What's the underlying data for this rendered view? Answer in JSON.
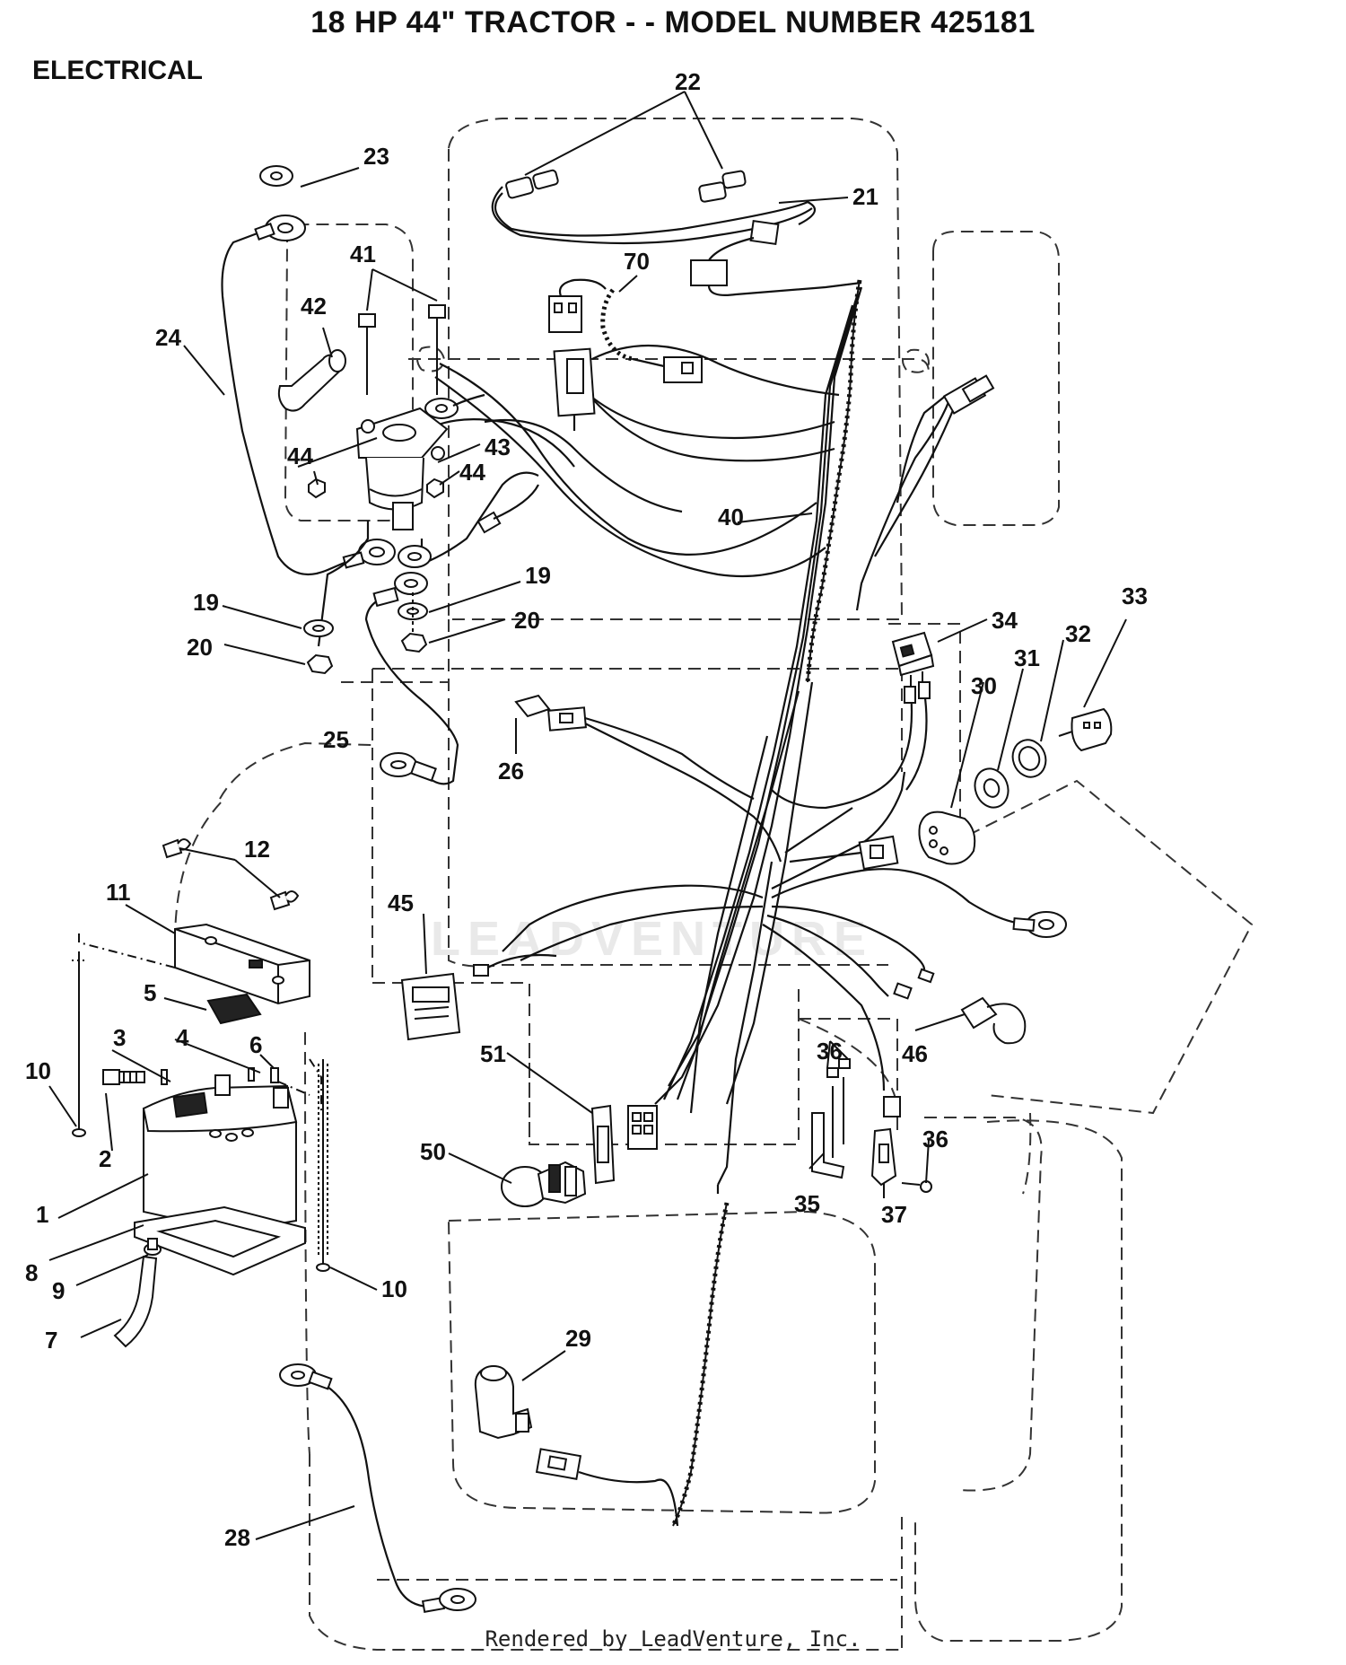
{
  "page": {
    "title": "18 HP 44\" TRACTOR - - MODEL NUMBER 425181",
    "section": "ELECTRICAL",
    "footer": "Rendered by LeadVenture, Inc.",
    "watermark": "LEADVENTURE"
  },
  "callouts": [
    {
      "id": "c1",
      "text": "1"
    },
    {
      "id": "c2",
      "text": "2"
    },
    {
      "id": "c3",
      "text": "3"
    },
    {
      "id": "c4",
      "text": "4"
    },
    {
      "id": "c5",
      "text": "5"
    },
    {
      "id": "c6",
      "text": "6"
    },
    {
      "id": "c7",
      "text": "7"
    },
    {
      "id": "c8",
      "text": "8"
    },
    {
      "id": "c9",
      "text": "9"
    },
    {
      "id": "c10a",
      "text": "10"
    },
    {
      "id": "c10b",
      "text": "10"
    },
    {
      "id": "c11",
      "text": "11"
    },
    {
      "id": "c12",
      "text": "12"
    },
    {
      "id": "c19a",
      "text": "19"
    },
    {
      "id": "c19b",
      "text": "19"
    },
    {
      "id": "c20a",
      "text": "20"
    },
    {
      "id": "c20b",
      "text": "20"
    },
    {
      "id": "c21",
      "text": "21"
    },
    {
      "id": "c22",
      "text": "22"
    },
    {
      "id": "c23",
      "text": "23"
    },
    {
      "id": "c24",
      "text": "24"
    },
    {
      "id": "c25",
      "text": "25"
    },
    {
      "id": "c26",
      "text": "26"
    },
    {
      "id": "c28",
      "text": "28"
    },
    {
      "id": "c29",
      "text": "29"
    },
    {
      "id": "c30",
      "text": "30"
    },
    {
      "id": "c31",
      "text": "31"
    },
    {
      "id": "c32",
      "text": "32"
    },
    {
      "id": "c33",
      "text": "33"
    },
    {
      "id": "c34",
      "text": "34"
    },
    {
      "id": "c35",
      "text": "35"
    },
    {
      "id": "c36a",
      "text": "36"
    },
    {
      "id": "c36b",
      "text": "36"
    },
    {
      "id": "c37",
      "text": "37"
    },
    {
      "id": "c40",
      "text": "40"
    },
    {
      "id": "c41",
      "text": "41"
    },
    {
      "id": "c42",
      "text": "42"
    },
    {
      "id": "c43",
      "text": "43"
    },
    {
      "id": "c44a",
      "text": "44"
    },
    {
      "id": "c44b",
      "text": "44"
    },
    {
      "id": "c45",
      "text": "45"
    },
    {
      "id": "c46",
      "text": "46"
    },
    {
      "id": "c50",
      "text": "50"
    },
    {
      "id": "c51",
      "text": "51"
    },
    {
      "id": "c70",
      "text": "70"
    }
  ]
}
